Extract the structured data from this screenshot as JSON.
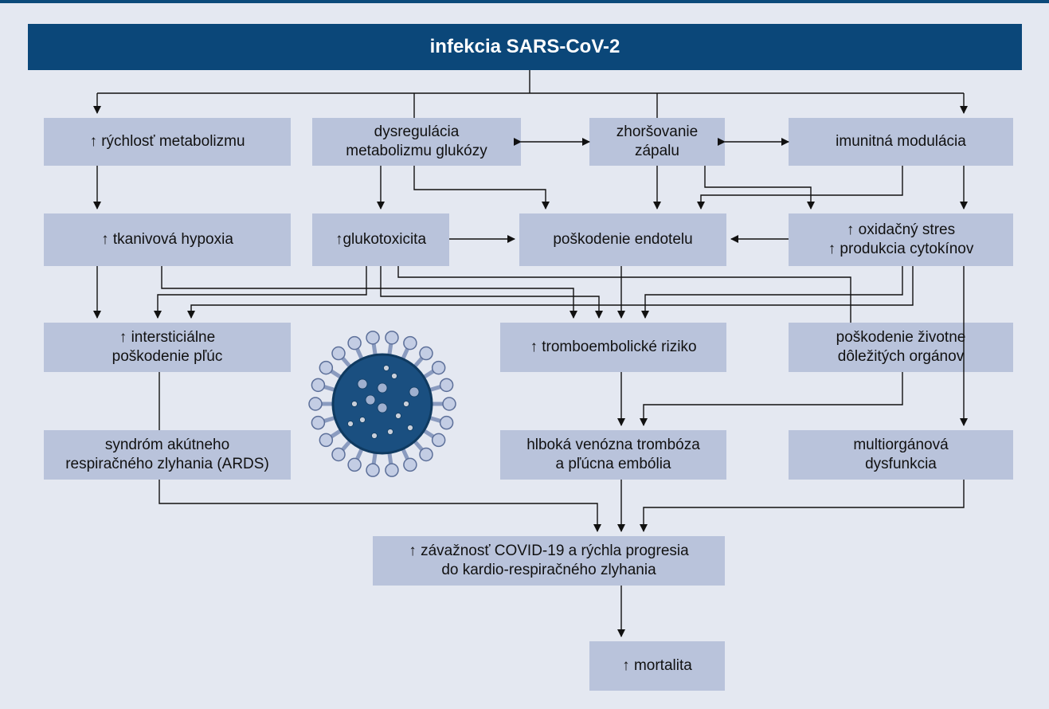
{
  "title": "infekcia SARS-CoV-2",
  "nodes": {
    "metabolism_rate": "↑ rýchlosť metabolizmu",
    "glucose_dysregulation": "dysregulácia\nmetabolizmu glukózy",
    "inflammation": "zhoršovanie\nzápalu",
    "immune": "imunitná modulácia",
    "hypoxia": "↑ tkanivová hypoxia",
    "glucotoxicity": "↑glukotoxicita",
    "endothelium": "poškodenie endotelu",
    "oxidative": "↑ oxidačný stres\n↑ produkcia cytokínov",
    "lung": "↑ intersticiálne\npoškodenie pľúc",
    "thrombo": "↑ tromboembolické riziko",
    "organs": "poškodenie životne\ndôležitých orgánov",
    "ards": "syndróm akútneho\nrespiračného zlyhania (ARDS)",
    "dvt": "hlboká venózna trombóza\na pľúcna embólia",
    "multiorgan": "multiorgánová\ndysfunkcia",
    "severity": "↑ závažnosť COVID-19 a rýchla progresia\ndo kardio-respiračného zlyhania",
    "mortality": "↑ mortalita"
  },
  "colors": {
    "title_bg": "#0b4779",
    "box_bg": "#b9c3db",
    "page_bg": "#e4e8f1",
    "virus": "#1a4f80"
  },
  "icons": {
    "virus": "coronavirus-illustration"
  }
}
